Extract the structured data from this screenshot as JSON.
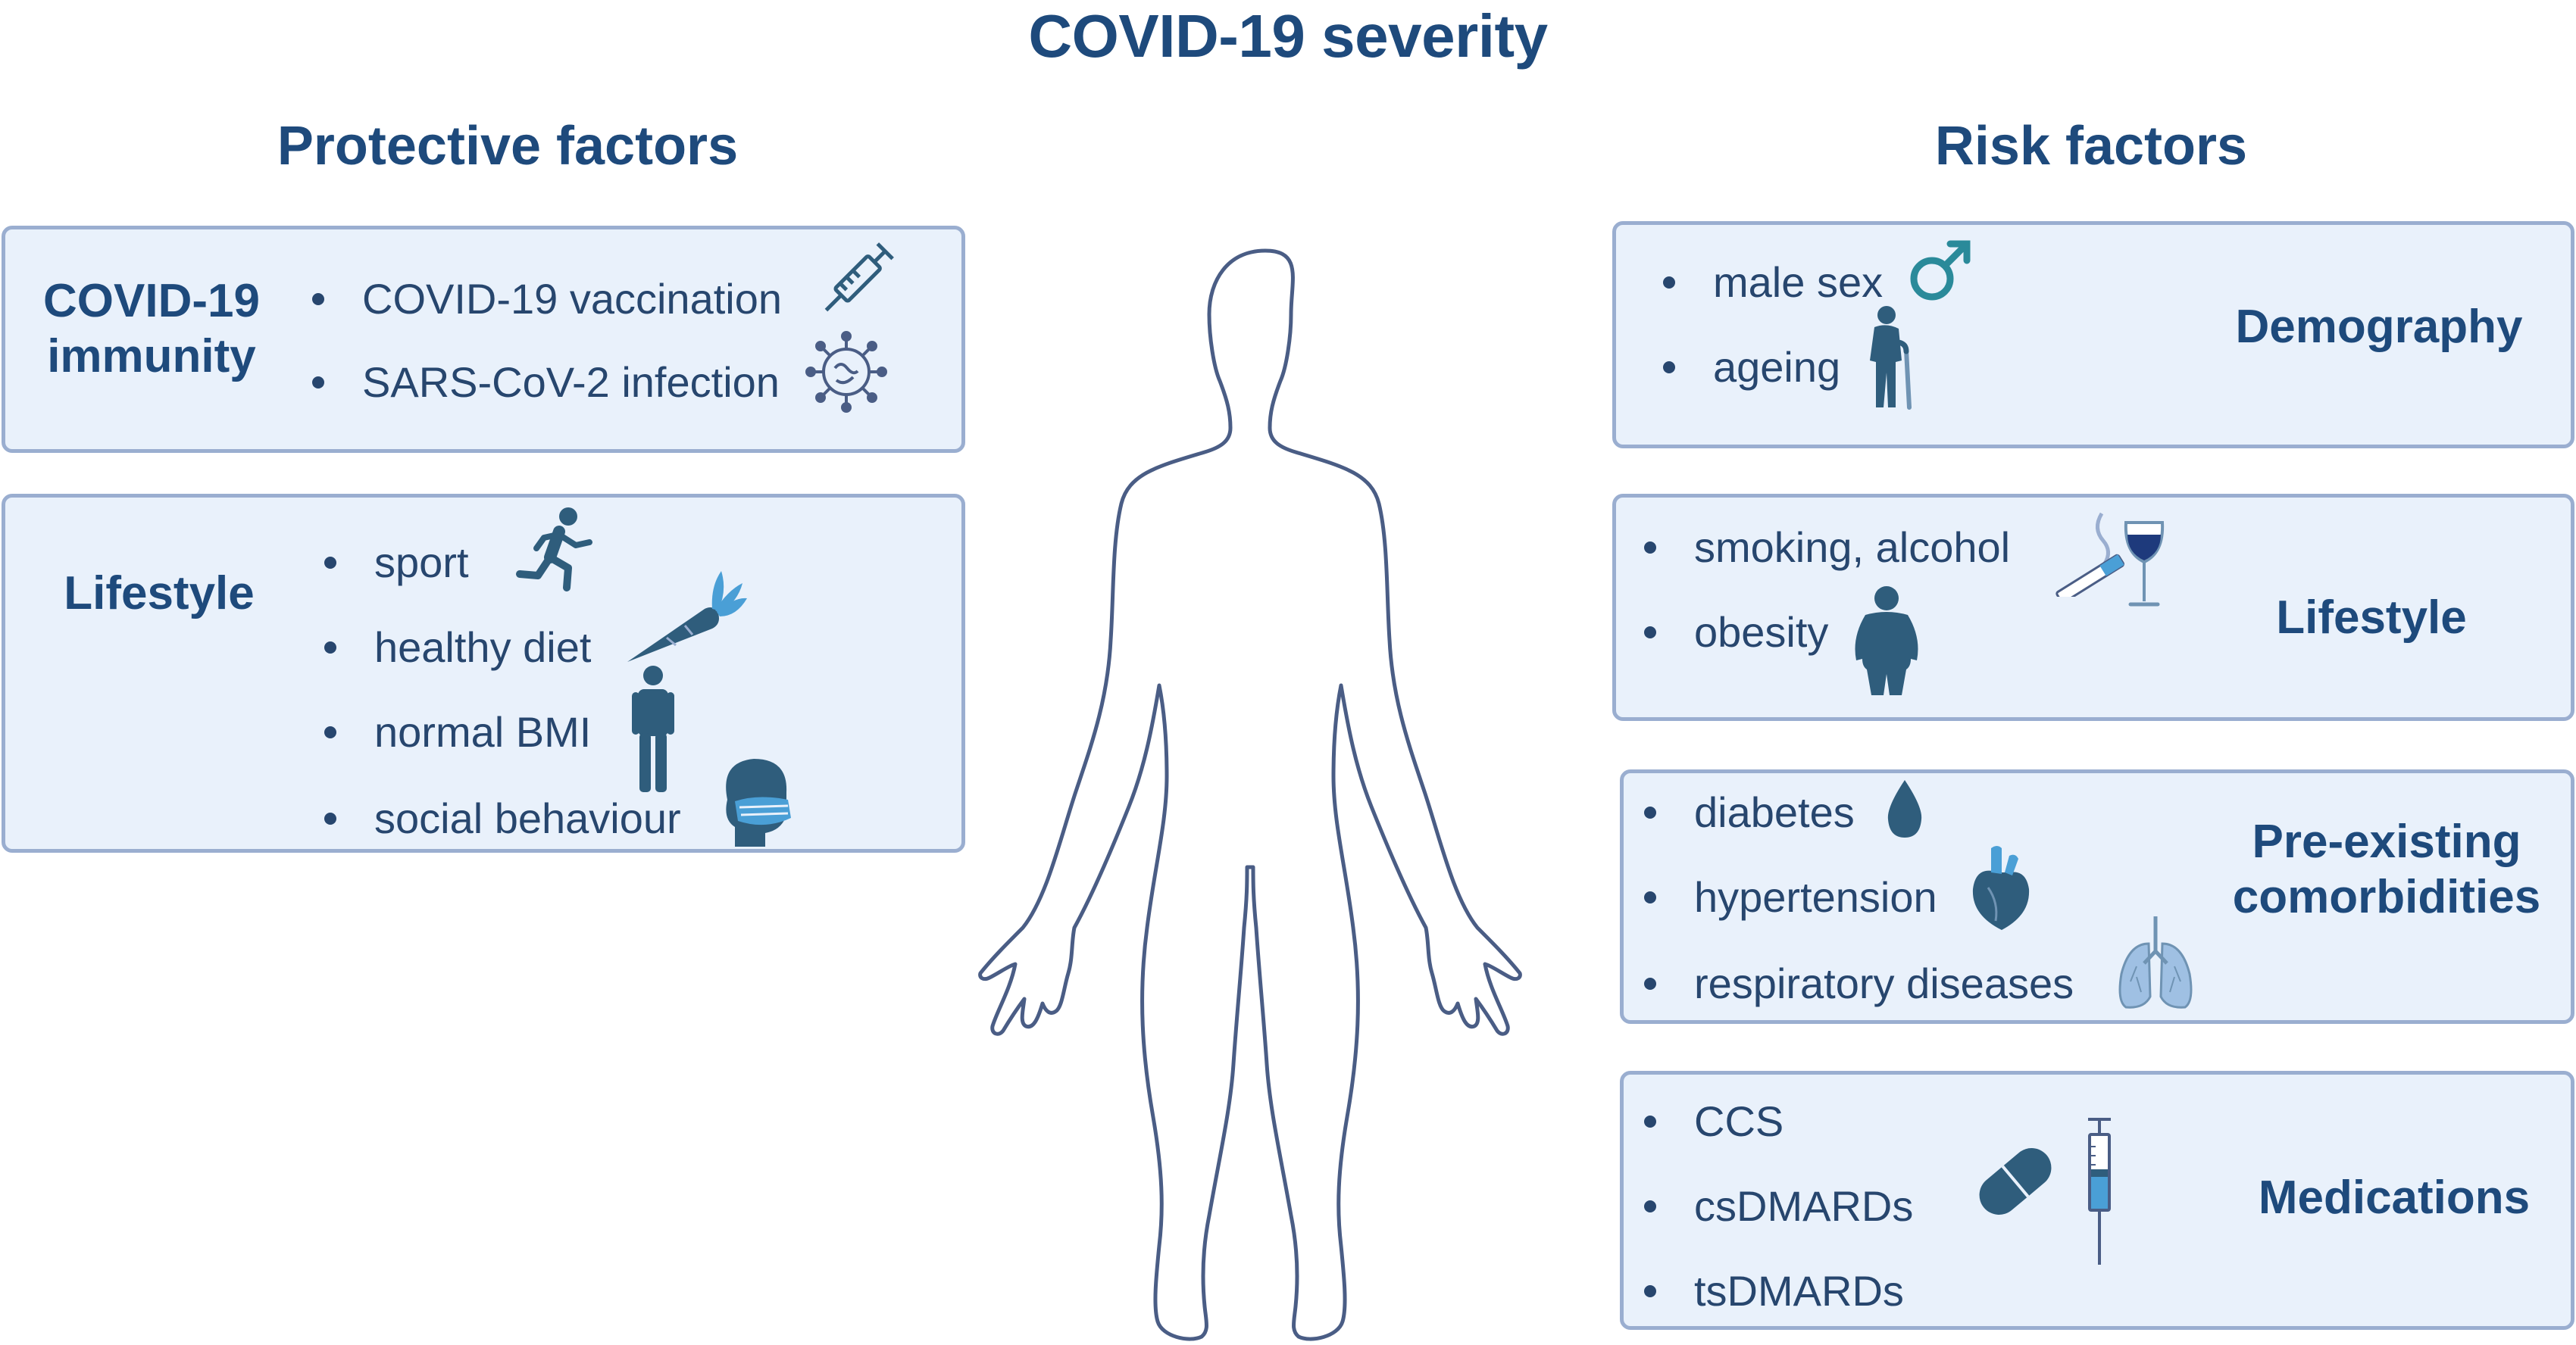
{
  "title": "COVID-19 severity",
  "protective": {
    "heading": "Protective factors",
    "immunity": {
      "category": [
        "COVID-19",
        "immunity"
      ],
      "items": [
        "COVID-19 vaccination",
        "SARS-CoV-2 infection"
      ]
    },
    "lifestyle": {
      "category": "Lifestyle",
      "items": [
        "sport",
        "healthy diet",
        "normal BMI",
        "social behaviour"
      ]
    }
  },
  "risk": {
    "heading": "Risk factors",
    "demography": {
      "category": "Demography",
      "items": [
        "male sex",
        "ageing"
      ]
    },
    "lifestyle": {
      "category": "Lifestyle",
      "items": [
        "smoking, alcohol",
        "obesity"
      ]
    },
    "comorbidities": {
      "category": [
        "Pre-existing",
        "comorbidities"
      ],
      "items": [
        "diabetes",
        "hypertension",
        "respiratory diseases"
      ]
    },
    "medications": {
      "category": "Medications",
      "items": [
        "CCS",
        "csDMARDs",
        "tsDMARDs"
      ]
    }
  },
  "colors": {
    "title": "#1e4a7c",
    "box_fill": "#e9f1fb",
    "box_border": "#9aaed0",
    "icon_dark": "#2f5d7c",
    "icon_accent": "#4a9fd6",
    "body_outline": "#4a5d85"
  },
  "icons": [
    "syringe-icon",
    "virus-icon",
    "running-person-icon",
    "carrot-icon",
    "standing-person-icon",
    "face-mask-icon",
    "male-symbol-icon",
    "elderly-person-icon",
    "cigarette-icon",
    "wine-glass-icon",
    "obese-person-icon",
    "drop-icon",
    "heart-icon",
    "lungs-icon",
    "pill-icon",
    "injection-icon",
    "human-body-outline"
  ]
}
